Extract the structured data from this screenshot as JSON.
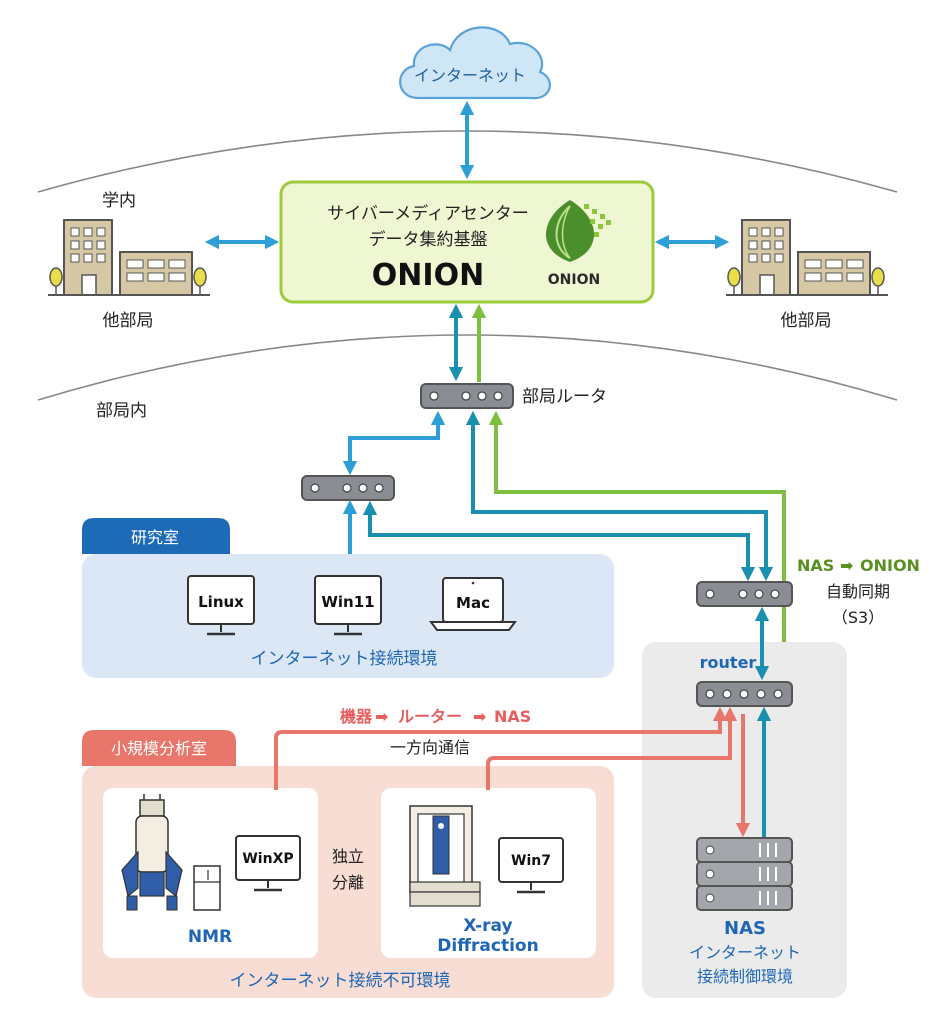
{
  "internet": {
    "label": "インターネット"
  },
  "zones": {
    "campus": "学内",
    "department": "部局内"
  },
  "onion_box": {
    "line1": "サイバーメディアセンター",
    "line2": "データ集約基盤",
    "name": "ONION",
    "logo_text": "ONION"
  },
  "other_depts": {
    "left": "他部局",
    "right": "他部局"
  },
  "dept_router": {
    "label": "部局ルータ"
  },
  "lab": {
    "tab": "研究室",
    "computers": [
      "Linux",
      "Win11",
      "Mac"
    ],
    "footer": "インターネット接続環境"
  },
  "sync_note": {
    "nas": "NAS",
    "onion": "ONION",
    "line2": "自動同期",
    "line3": "（S3）"
  },
  "router": {
    "label": "router"
  },
  "oneway": {
    "line1_a": "機器",
    "line1_b": "ルーター",
    "line1_c": "NAS",
    "line2": "一方向通信"
  },
  "small_lab": {
    "tab": "小規模分析室",
    "isolation": [
      "独立",
      "分離"
    ],
    "nmr_pc": "WinXP",
    "nmr_label": "NMR",
    "xrd_pc": "Win7",
    "xrd_label": [
      "X-ray",
      "Diffraction"
    ],
    "footer": "インターネット接続不可環境"
  },
  "nas_panel": {
    "label": "NAS",
    "line2": "インターネット",
    "line3": "接続制御環境"
  },
  "colors": {
    "blue_arrow": "#2e9fd6",
    "teal_arrow": "#1a8fb0",
    "green_arrow": "#7fbf3f",
    "red_arrow": "#e8766a",
    "onion_fill": "#eef6d2",
    "onion_border": "#9ccb3b",
    "lab_bg": "#dbe7f5",
    "lab_tab": "#1d6bb6",
    "small_bg": "#f8ddd4",
    "small_tab": "#e8766a",
    "nas_bg": "#ebebeb",
    "label_blue": "#1e66b5",
    "label_green": "#5a8f22",
    "label_red": "#e85f5f"
  }
}
